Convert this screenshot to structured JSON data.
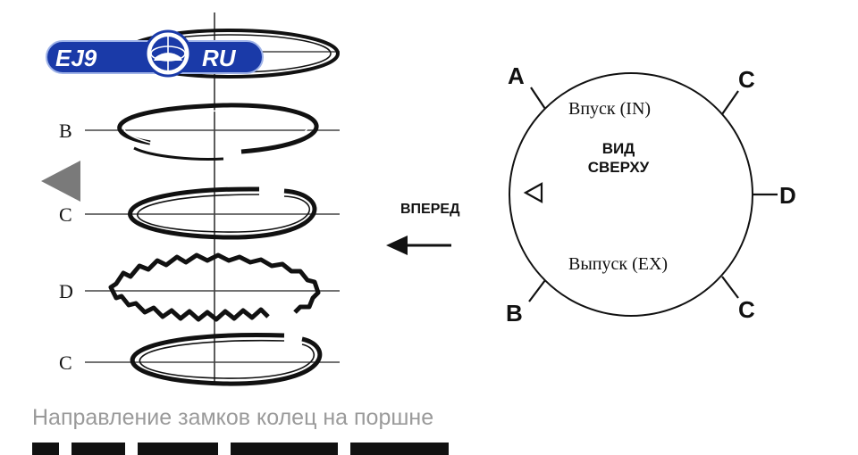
{
  "logo": {
    "left_text": "EJ9",
    "right_text": "RU",
    "color": "#1a3aa8"
  },
  "rings": {
    "labels": [
      "B",
      "C",
      "D",
      "C"
    ]
  },
  "forward_label": "ВПЕРЕД",
  "top_view": {
    "title_line1": "ВИД",
    "title_line2": "СВЕРХУ",
    "intake": "Впуск (IN)",
    "exhaust": "Выпуск (EX)",
    "markers": {
      "a": "A",
      "c_top_right": "C",
      "d": "D",
      "b": "B",
      "c_bottom_right": "C"
    }
  },
  "caption": "Направление замков колец на поршне"
}
